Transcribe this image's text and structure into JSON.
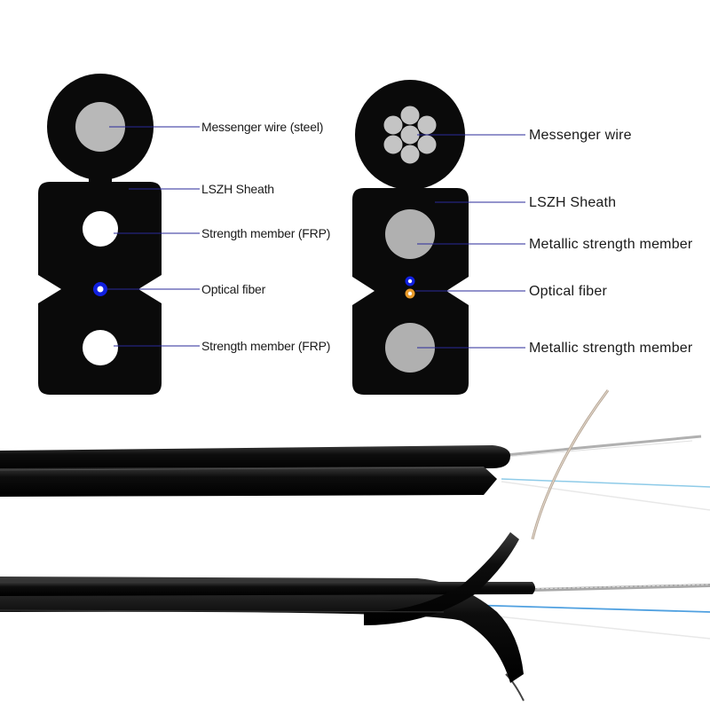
{
  "left_cable": {
    "labels": {
      "messenger": "Messenger wire (steel)",
      "sheath": "LSZH  Sheath",
      "strength_top": "Strength member (FRP)",
      "fiber": "Optical fiber",
      "strength_bottom": "Strength member (FRP)"
    }
  },
  "right_cable": {
    "labels": {
      "messenger": "Messenger wire",
      "sheath": "LSZH Sheath",
      "strength_top": "Metallic strength member",
      "fiber": "Optical fiber",
      "strength_bottom": "Metallic strength member"
    }
  },
  "colors": {
    "sheath": "#0a0a0a",
    "steel_core": "#b8b8b8",
    "frp_core": "#ffffff",
    "fiber_blue": "#1020e0",
    "fiber_orange": "#e89a2a",
    "leader_line": "#2a2a9a"
  }
}
